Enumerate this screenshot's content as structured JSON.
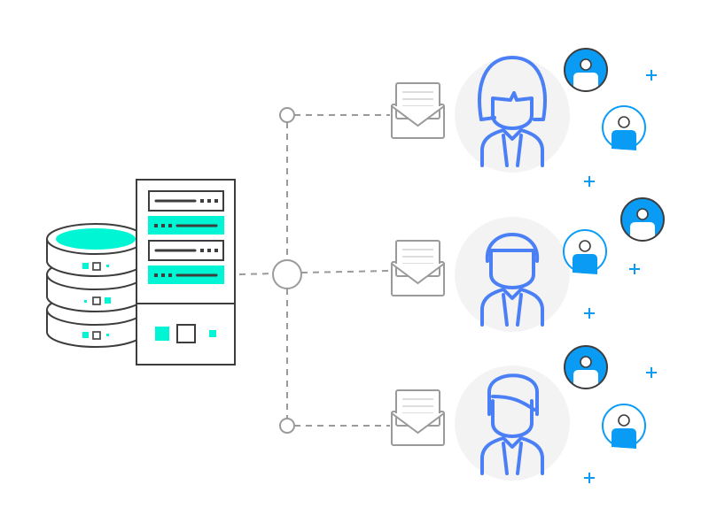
{
  "colors": {
    "accent_teal": "#00f5d4",
    "person_blue": "#4a7ff5",
    "avatar_blue": "#0a9cf5",
    "outline_dark": "#3d3d3d",
    "connector_gray": "#9a9a9a",
    "bubble_gray": "#f3f3f3"
  },
  "recipients": [
    {
      "name": "woman",
      "icon": "person-woman-icon"
    },
    {
      "name": "man-curly",
      "icon": "person-man-icon"
    },
    {
      "name": "man-tie",
      "icon": "person-man-tie-icon"
    }
  ]
}
